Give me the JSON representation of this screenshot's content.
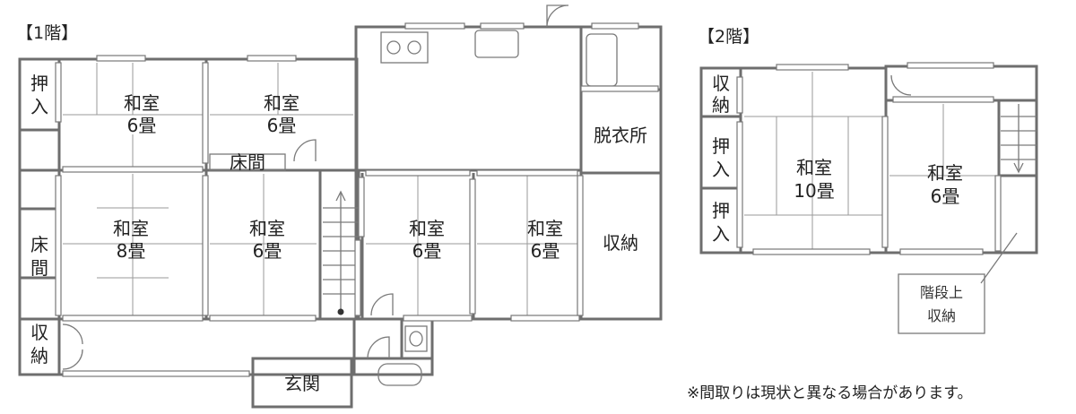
{
  "floor1": {
    "title": "【1階】",
    "rooms": {
      "washitsu_6_tl_a": "和室",
      "washitsu_6_tl_b": "6畳",
      "washitsu_6_tm_a": "和室",
      "washitsu_6_tm_b": "6畳",
      "washitsu_8_a": "和室",
      "washitsu_8_b": "8畳",
      "washitsu_6_ml_a": "和室",
      "washitsu_6_ml_b": "6畳",
      "washitsu_6_c_a": "和室",
      "washitsu_6_c_b": "6畳",
      "washitsu_6_r_a": "和室",
      "washitsu_6_r_b": "6畳",
      "oshiire_a": "押",
      "oshiire_b": "入",
      "tokonoma_left_a": "床",
      "tokonoma_left_b": "間",
      "shuno_left_a": "収",
      "shuno_left_b": "納",
      "tokonoma_top": "床間",
      "datsuijo": "脱衣所",
      "shuno_right": "収納",
      "genkan": "玄関"
    }
  },
  "floor2": {
    "title": "【2階】",
    "rooms": {
      "shuno_a": "収",
      "shuno_b": "納",
      "oshiire1_a": "押",
      "oshiire1_b": "入",
      "oshiire2_a": "押",
      "oshiire2_b": "入",
      "washitsu_10_a": "和室",
      "washitsu_10_b": "10畳",
      "washitsu_6_a": "和室",
      "washitsu_6_b": "6畳",
      "stair_storage_a": "階段上",
      "stair_storage_b": "収納"
    }
  },
  "note": "※間取りは現状と異なる場合があります。"
}
